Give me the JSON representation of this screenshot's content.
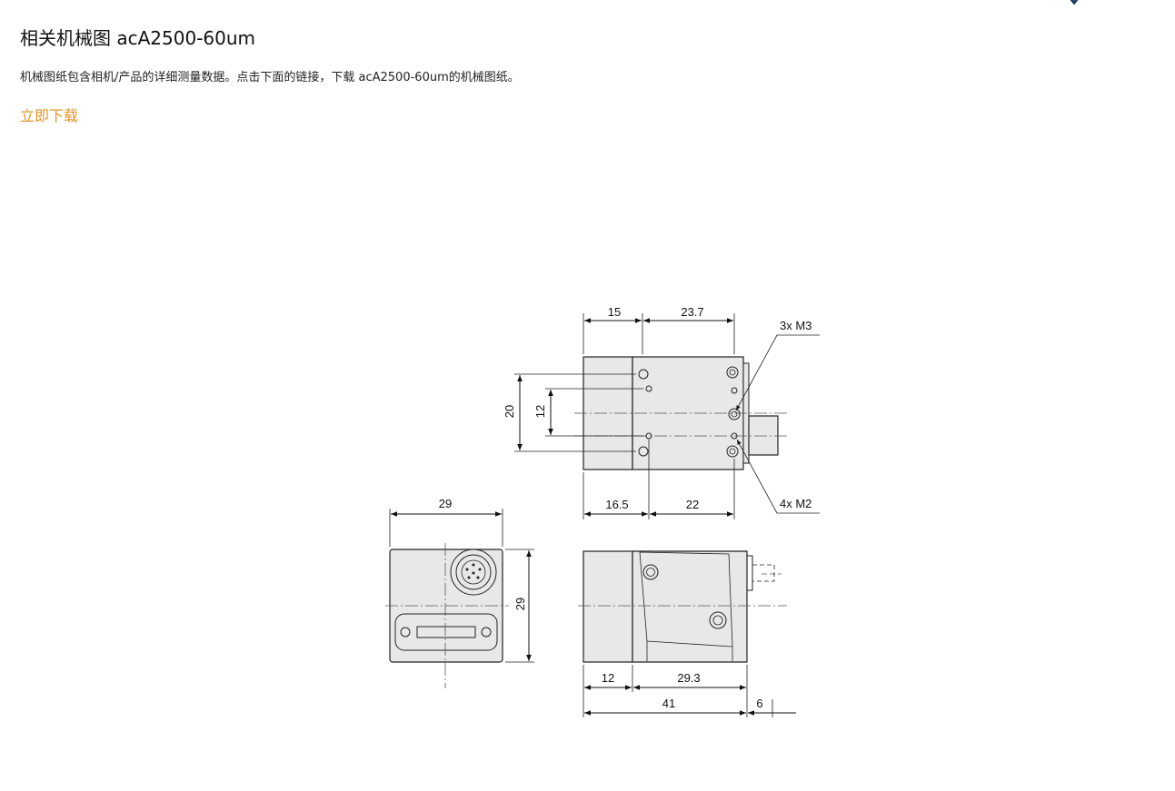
{
  "header": {
    "title": "相关机械图 acA2500-60um",
    "description": "机械图纸包含相机/产品的详细测量数据。点击下面的链接，下载 acA2500-60um的机械图纸。",
    "download_link": "立即下载"
  },
  "drawing": {
    "top_view": {
      "dim_15": "15",
      "dim_23_7": "23.7",
      "dim_20": "20",
      "dim_12": "12",
      "dim_16_5": "16.5",
      "dim_22": "22",
      "label_3xm3": "3x M3",
      "label_4xm2": "4x M2"
    },
    "front_view": {
      "dim_29_w": "29",
      "dim_29_h": "29"
    },
    "side_view": {
      "dim_12": "12",
      "dim_29_3": "29.3",
      "dim_41": "41",
      "dim_6": "6"
    }
  },
  "colors": {
    "accent": "#e0962e",
    "body_fill": "#e6e6e6",
    "chevron": "#1b3a5c"
  }
}
